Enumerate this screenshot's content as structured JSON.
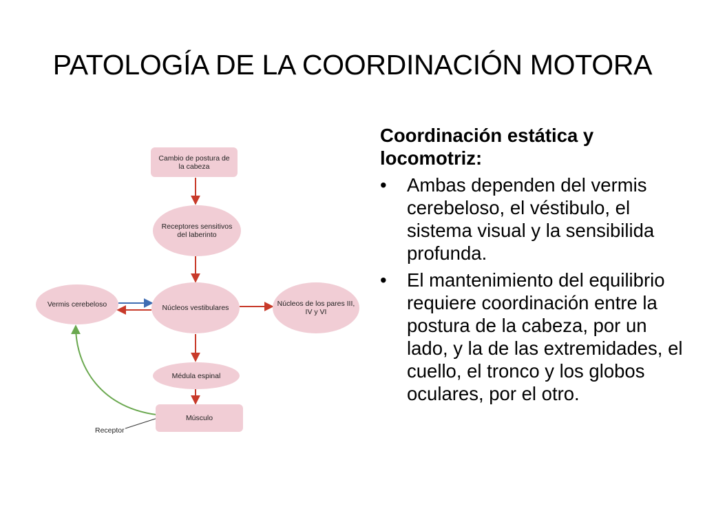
{
  "slide": {
    "title": "PATOLOGÍA DE LA COORDINACIÓN MOTORA"
  },
  "diagram": {
    "nodes": {
      "cambio": "Cambio de postura de la cabeza",
      "receptores": "Receptores sensitivos del laberinto",
      "vermis": "Vermis cerebeloso",
      "nucleos_vestibulares": "Núcleos vestibulares",
      "nucleos_pares": "Núcleos de los pares III, IV y VI",
      "medula": "Médula espinal",
      "musculo": "Músculo"
    },
    "receptor_label": "Receptor",
    "colors": {
      "node_fill": "#f1cdd5",
      "red_arrow": "#c83a2a",
      "blue_arrow": "#3f6db3",
      "green_arrow": "#6aa84f",
      "receptor_square": "#4a9a3a"
    }
  },
  "text_panel": {
    "heading": "Coordinación estática y locomotriz:",
    "bullet_symbol": "•",
    "bullets": [
      "Ambas dependen del vermis cerebeloso, el véstibulo, el sistema visual y la sensibilida profunda.",
      "El mantenimiento del equilibrio requiere coordinación entre la postura de la cabeza, por un lado, y la de las extremidades, el cuello, el tronco y los globos oculares, por el otro."
    ]
  }
}
